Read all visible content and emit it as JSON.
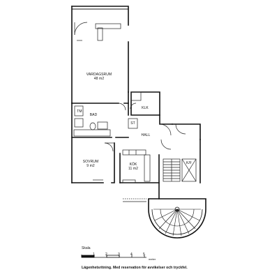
{
  "rooms": {
    "vardagsrum": {
      "name": "VARDAGSRUM",
      "area": "48 m2"
    },
    "bad": {
      "name": "BAD"
    },
    "klk": {
      "name": "KLK"
    },
    "st": {
      "name": "ST"
    },
    "hall": {
      "name": "HALL"
    },
    "sovrum": {
      "name": "SOVRUM",
      "area": "9 m2"
    },
    "kok": {
      "name": "KÖK",
      "area": "11 m2"
    },
    "tm": {
      "name": "TM"
    },
    "kyl": {
      "name": "K/F"
    }
  },
  "scale": {
    "title": "Skala",
    "ticks": [
      "1",
      "2",
      "3",
      "4",
      "5"
    ],
    "unit": "meter"
  },
  "caption": "Lägenhetsritning. Med reservation för avvikelser och tryckfel."
}
